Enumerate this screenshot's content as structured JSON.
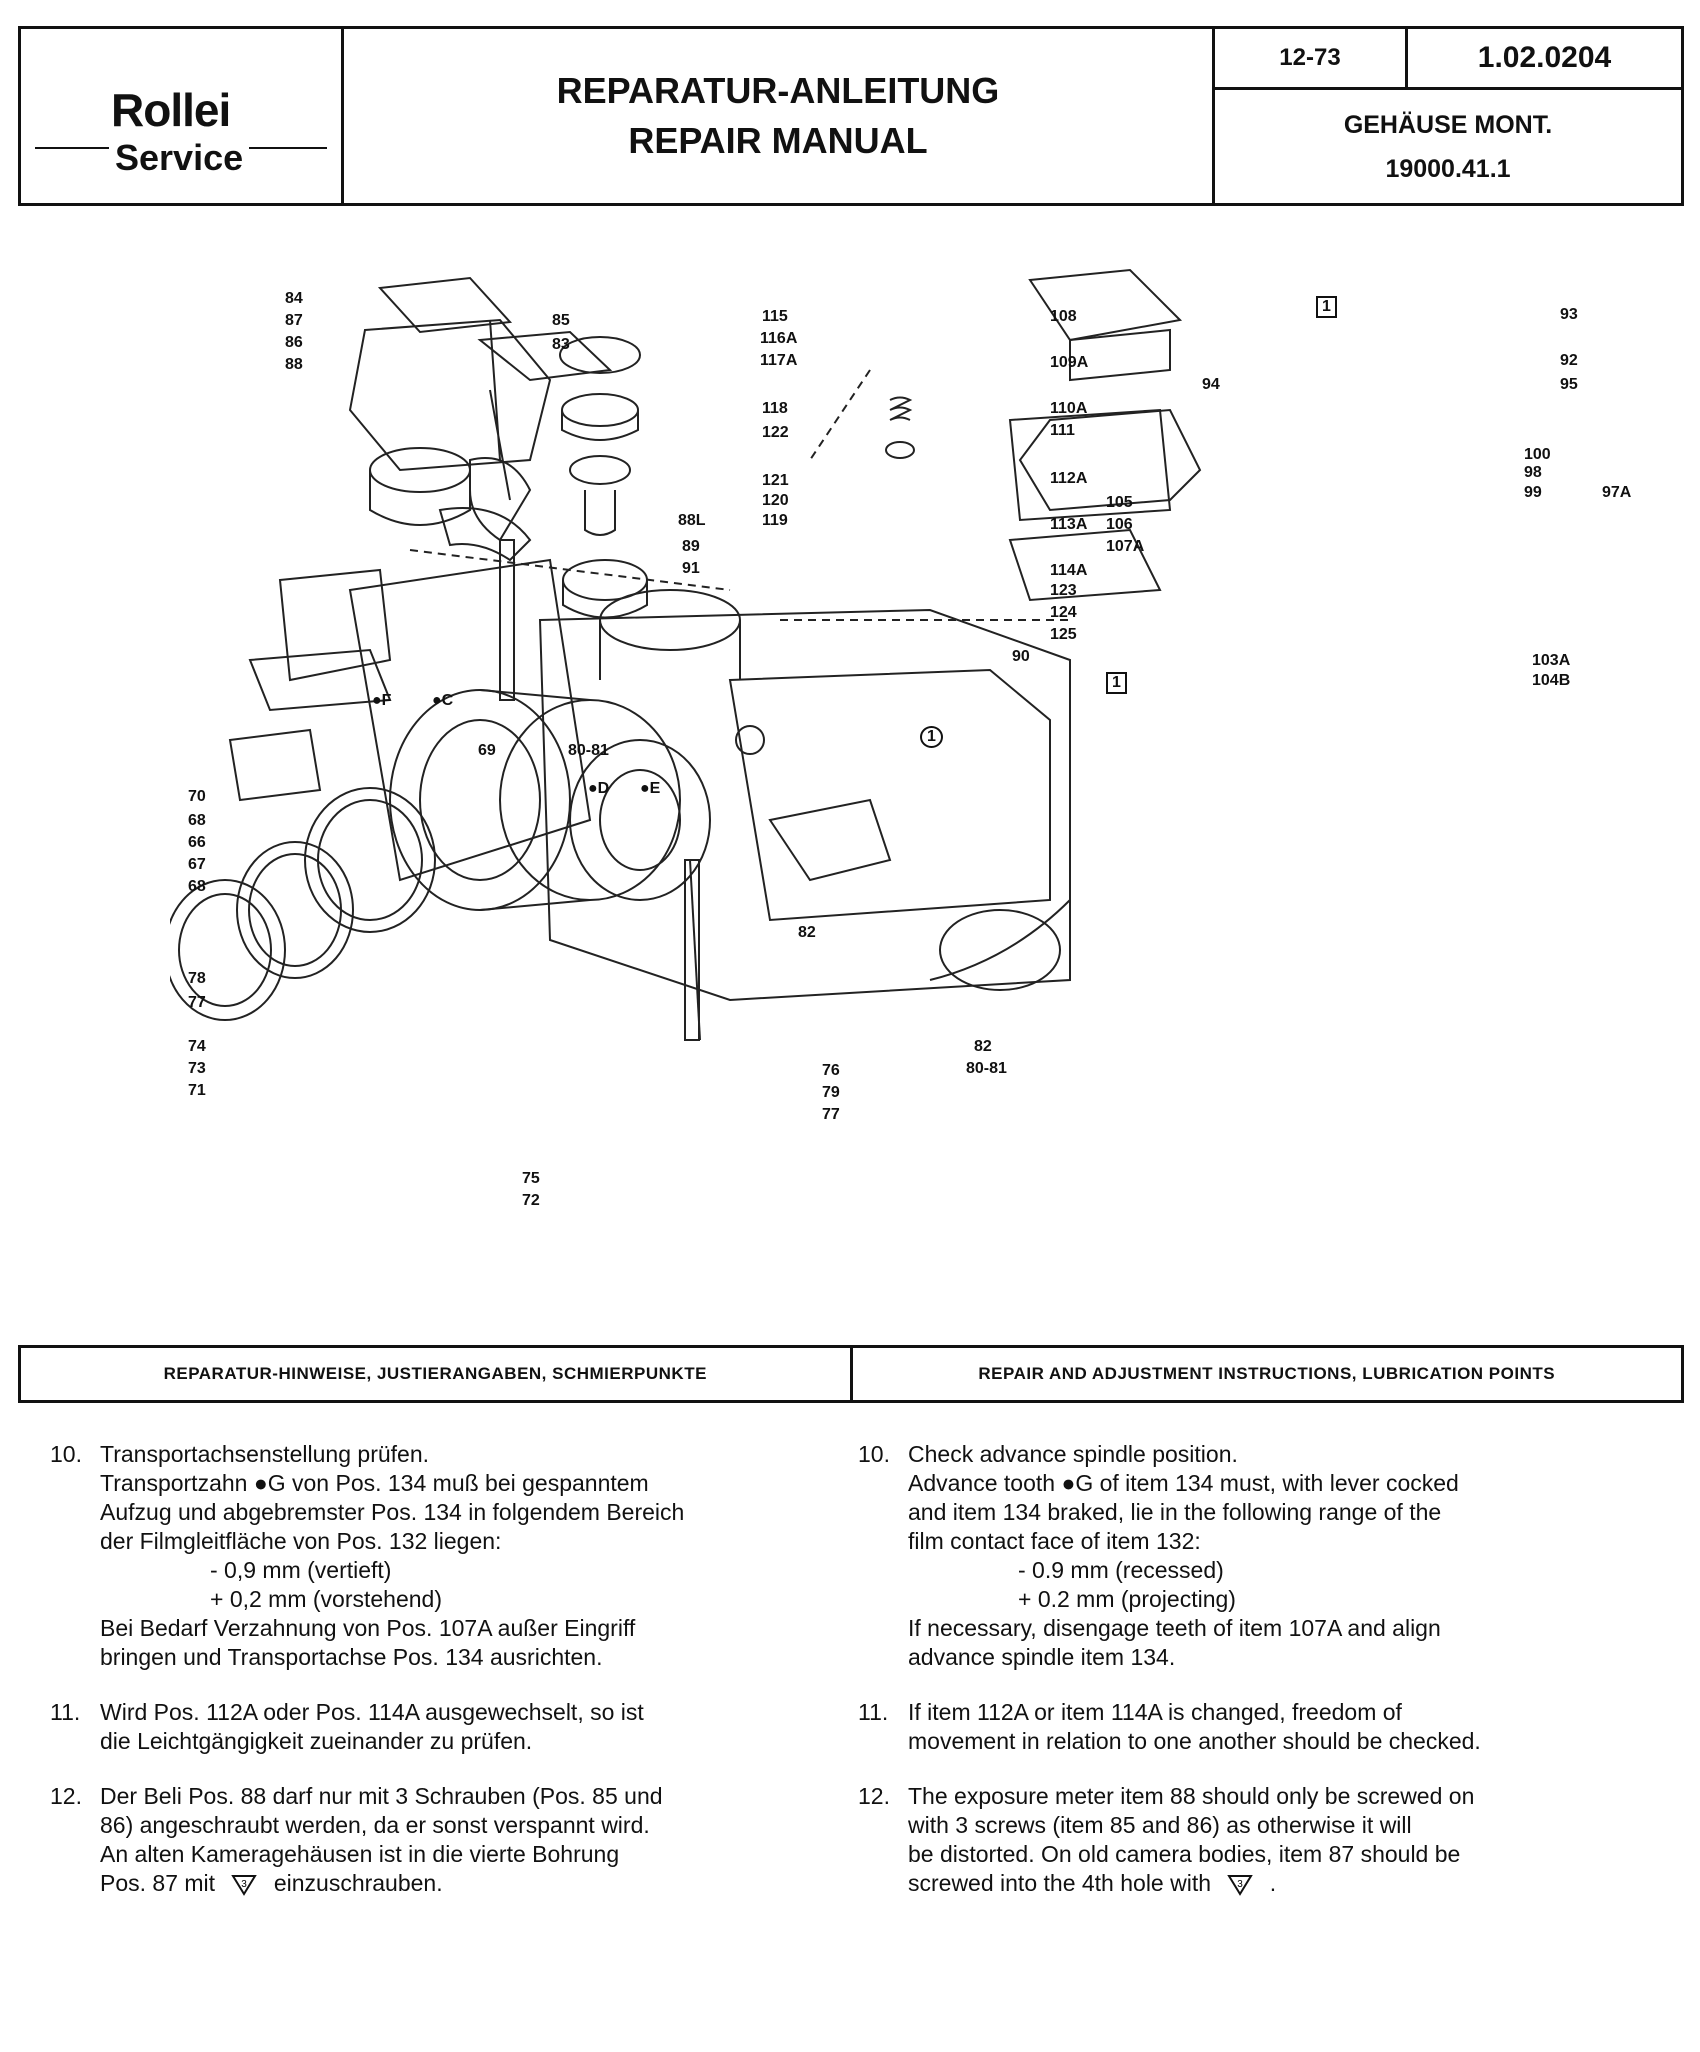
{
  "header": {
    "logo_brand": "Rollei",
    "logo_service": "Service",
    "title_de": "REPARATUR-ANLEITUNG",
    "title_en": "REPAIR MANUAL",
    "date": "12-73",
    "doc_number": "1.02.0204",
    "subject": "GEHÄUSE MONT.",
    "part_number": "19000.41.1"
  },
  "diagram": {
    "callouts": [
      "84",
      "87",
      "86",
      "88",
      "85",
      "83",
      "88L",
      "89",
      "91",
      "115",
      "116A",
      "117A",
      "118",
      "122",
      "121",
      "120",
      "119",
      "108",
      "109A",
      "110A",
      "111",
      "112A",
      "113A",
      "114A",
      "123",
      "124",
      "125",
      "90",
      "105",
      "106",
      "107A",
      "93",
      "92",
      "95",
      "94",
      "100",
      "98",
      "99",
      "97A",
      "103A",
      "104B",
      "F",
      "C",
      "69",
      "80-81",
      "D",
      "E",
      "70",
      "68",
      "66",
      "67",
      "68",
      "82",
      "78",
      "77",
      "74",
      "73",
      "71",
      "76",
      "79",
      "77",
      "82",
      "80-81",
      "75",
      "72",
      "1",
      "1",
      "1"
    ]
  },
  "section": {
    "left_title": "REPARATUR-HINWEISE, JUSTIERANGABEN, SCHMIERPUNKTE",
    "right_title": "REPAIR AND ADJUSTMENT INSTRUCTIONS, LUBRICATION POINTS"
  },
  "instructions_de": [
    {
      "num": "10.",
      "lines": [
        "Transportachsenstellung prüfen.",
        "Transportzahn ●G von Pos. 134 muß bei gespanntem",
        "Aufzug und abgebremster Pos. 134 in folgendem Bereich",
        "der Filmgleitfläche von Pos. 132 liegen:"
      ],
      "sub": [
        "- 0,9 mm (vertieft)",
        "+ 0,2 mm (vorstehend)"
      ],
      "after": [
        "Bei Bedarf Verzahnung von Pos. 107A außer Eingriff",
        "bringen und Transportachse Pos. 134 ausrichten."
      ]
    },
    {
      "num": "11.",
      "lines": [
        "Wird Pos. 112A oder Pos. 114A ausgewechselt, so ist",
        "die Leichtgängigkeit zueinander zu prüfen."
      ]
    },
    {
      "num": "12.",
      "lines": [
        "Der Beli Pos. 88 darf nur mit 3 Schrauben (Pos. 85 und",
        "86) angeschraubt werden, da er sonst verspannt wird.",
        "An alten Kameragehäusen ist in die vierte Bohrung"
      ],
      "last_pre": "Pos. 87 mit",
      "last_post": "einzuschrauben."
    }
  ],
  "instructions_en": [
    {
      "num": "10.",
      "lines": [
        "Check advance spindle position.",
        "Advance tooth ●G of item 134 must, with lever cocked",
        "and item 134 braked, lie in the following range of the",
        "film contact face of item 132:"
      ],
      "sub": [
        "- 0.9 mm (recessed)",
        "+ 0.2 mm (projecting)"
      ],
      "after": [
        "If necessary, disengage teeth of item 107A and align",
        "advance spindle item 134."
      ]
    },
    {
      "num": "11.",
      "lines": [
        "If item 112A or item 114A is changed, freedom of",
        "movement in relation to one another should be checked."
      ]
    },
    {
      "num": "12.",
      "lines": [
        "The exposure meter item 88 should only be screwed on",
        "with 3 screws (item 85 and 86) as otherwise it will",
        "be distorted. On old camera bodies, item 87 should be"
      ],
      "last_pre": "screwed into the 4th hole with",
      "last_post": "."
    }
  ],
  "torque_symbol": "3"
}
